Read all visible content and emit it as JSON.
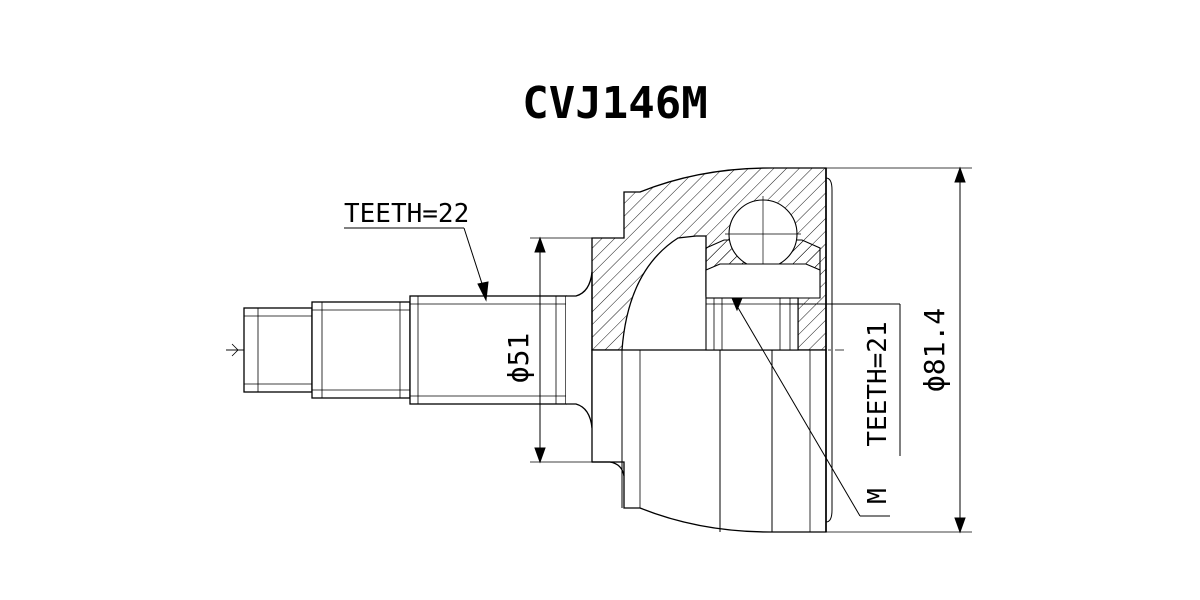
{
  "drawing": {
    "part_number": "CVJ146M",
    "labels": {
      "spline_teeth_outer": "TEETH=22",
      "spline_teeth_inner": "TEETH=21",
      "diameter_shaft": "ϕ51",
      "diameter_housing": "ϕ81.4",
      "thread_mark": "M"
    },
    "colors": {
      "line": "#000000",
      "background": "#ffffff"
    }
  }
}
